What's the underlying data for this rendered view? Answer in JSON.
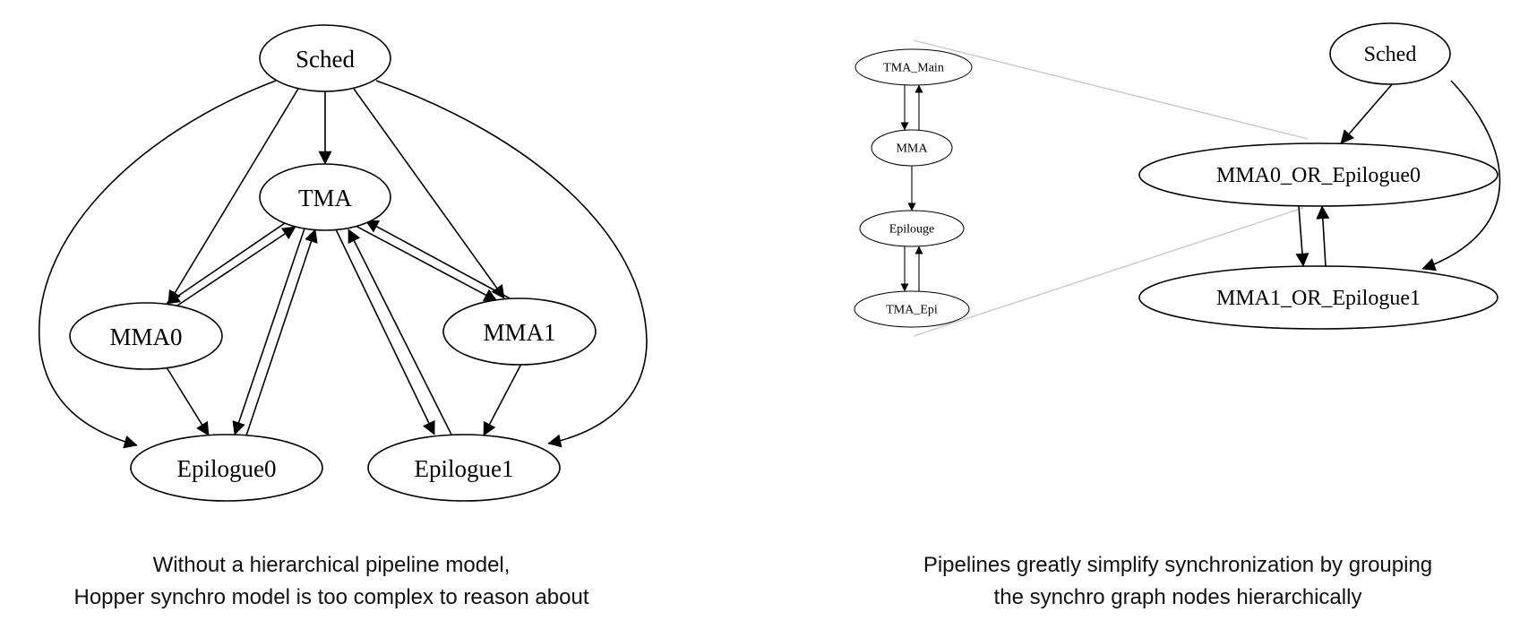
{
  "left_graph": {
    "nodes": [
      {
        "id": "sched",
        "label": "Sched"
      },
      {
        "id": "tma",
        "label": "TMA"
      },
      {
        "id": "mma0",
        "label": "MMA0"
      },
      {
        "id": "mma1",
        "label": "MMA1"
      },
      {
        "id": "epilogue0",
        "label": "Epilogue0"
      },
      {
        "id": "epilogue1",
        "label": "Epilogue1"
      }
    ],
    "edges": [
      {
        "from": "sched",
        "to": "tma"
      },
      {
        "from": "sched",
        "to": "mma0"
      },
      {
        "from": "sched",
        "to": "mma1"
      },
      {
        "from": "sched",
        "to": "epilogue0"
      },
      {
        "from": "sched",
        "to": "epilogue1"
      },
      {
        "from": "tma",
        "to": "mma0"
      },
      {
        "from": "mma0",
        "to": "tma"
      },
      {
        "from": "tma",
        "to": "mma1"
      },
      {
        "from": "mma1",
        "to": "tma"
      },
      {
        "from": "tma",
        "to": "epilogue0"
      },
      {
        "from": "epilogue0",
        "to": "tma"
      },
      {
        "from": "tma",
        "to": "epilogue1"
      },
      {
        "from": "epilogue1",
        "to": "tma"
      },
      {
        "from": "mma0",
        "to": "epilogue0"
      },
      {
        "from": "mma1",
        "to": "epilogue1"
      }
    ],
    "caption": [
      "Without a hierarchical pipeline model,",
      "Hopper synchro model is too complex to reason about"
    ]
  },
  "inset_graph": {
    "nodes": [
      {
        "id": "tma_main",
        "label": "TMA_Main"
      },
      {
        "id": "mma",
        "label": "MMA"
      },
      {
        "id": "epilouge",
        "label": "Epilouge"
      },
      {
        "id": "tma_epi",
        "label": "TMA_Epi"
      }
    ],
    "edges": [
      {
        "from": "tma_main",
        "to": "mma"
      },
      {
        "from": "mma",
        "to": "tma_main"
      },
      {
        "from": "mma",
        "to": "epilouge"
      },
      {
        "from": "epilouge",
        "to": "tma_epi"
      },
      {
        "from": "tma_epi",
        "to": "epilouge"
      }
    ]
  },
  "right_graph": {
    "nodes": [
      {
        "id": "sched_r",
        "label": "Sched"
      },
      {
        "id": "mma0_or_epilogue0",
        "label": "MMA0_OR_Epilogue0"
      },
      {
        "id": "mma1_or_epilogue1",
        "label": "MMA1_OR_Epilogue1"
      }
    ],
    "edges": [
      {
        "from": "sched_r",
        "to": "mma0_or_epilogue0"
      },
      {
        "from": "sched_r",
        "to": "mma1_or_epilogue1"
      },
      {
        "from": "mma0_or_epilogue0",
        "to": "mma1_or_epilogue1"
      },
      {
        "from": "mma1_or_epilogue1",
        "to": "mma0_or_epilogue0"
      }
    ],
    "caption": [
      "Pipelines greatly simplify synchronization by grouping",
      "the synchro graph nodes hierarchically"
    ]
  },
  "colors": {
    "stroke": "#000000",
    "zoom_lines": "#c8c8c8",
    "background": "#ffffff"
  }
}
